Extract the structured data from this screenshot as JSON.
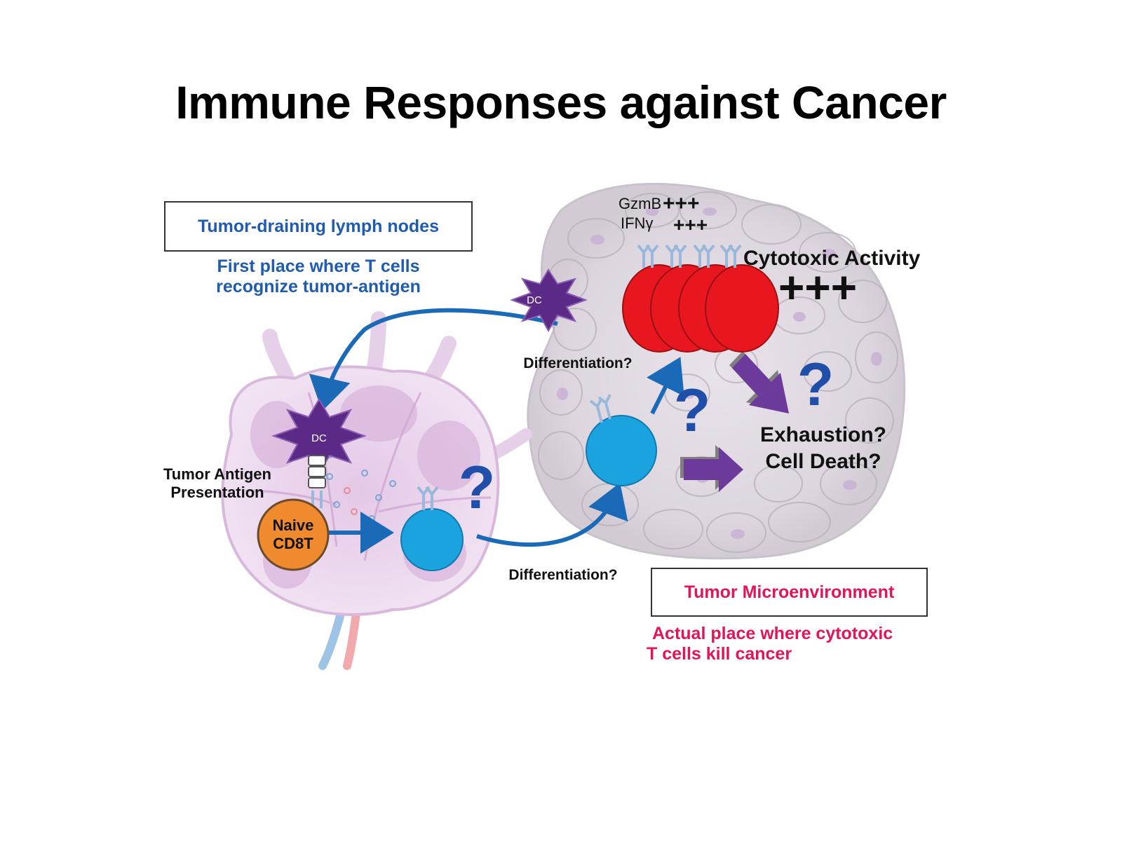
{
  "title": "Immune Responses against Cancer",
  "lymph_node": {
    "box_label": "Tumor-draining lymph nodes",
    "note_line1": "First place where T cells",
    "note_line2": "recognize tumor-antigen",
    "presentation_line1": "Tumor Antigen",
    "presentation_line2": "Presentation",
    "naive_line1": "Naive",
    "naive_line2": "CD8T",
    "dc_label": "DC"
  },
  "tumor": {
    "box_label": "Tumor Microenvironment",
    "note_line1": "Actual place where cytotoxic",
    "note_line2": "T cells kill cancer",
    "dc_label": "DC",
    "gzmb": "GzmB",
    "gzmb_level": "+++",
    "ifng": "IFNγ",
    "ifng_level": "+++",
    "cytotoxic": "Cytotoxic Activity",
    "cytotoxic_level": "+++",
    "exhaustion": "Exhaustion?",
    "cell_death": "Cell Death?"
  },
  "differentiation_top": "Differentiation?",
  "differentiation_bottom": "Differentiation?",
  "question_mark": "?",
  "colors": {
    "blue_text": "#1f5bb0",
    "red_text": "#e2145a",
    "killer_cell": "#e8161e",
    "t_cell": "#1ba3e0",
    "naive_cell": "#ef8a2f",
    "dc": "#5b2a86",
    "arrow_blue": "#1a6ab7",
    "arrow_purple": "#6b3a9a"
  }
}
